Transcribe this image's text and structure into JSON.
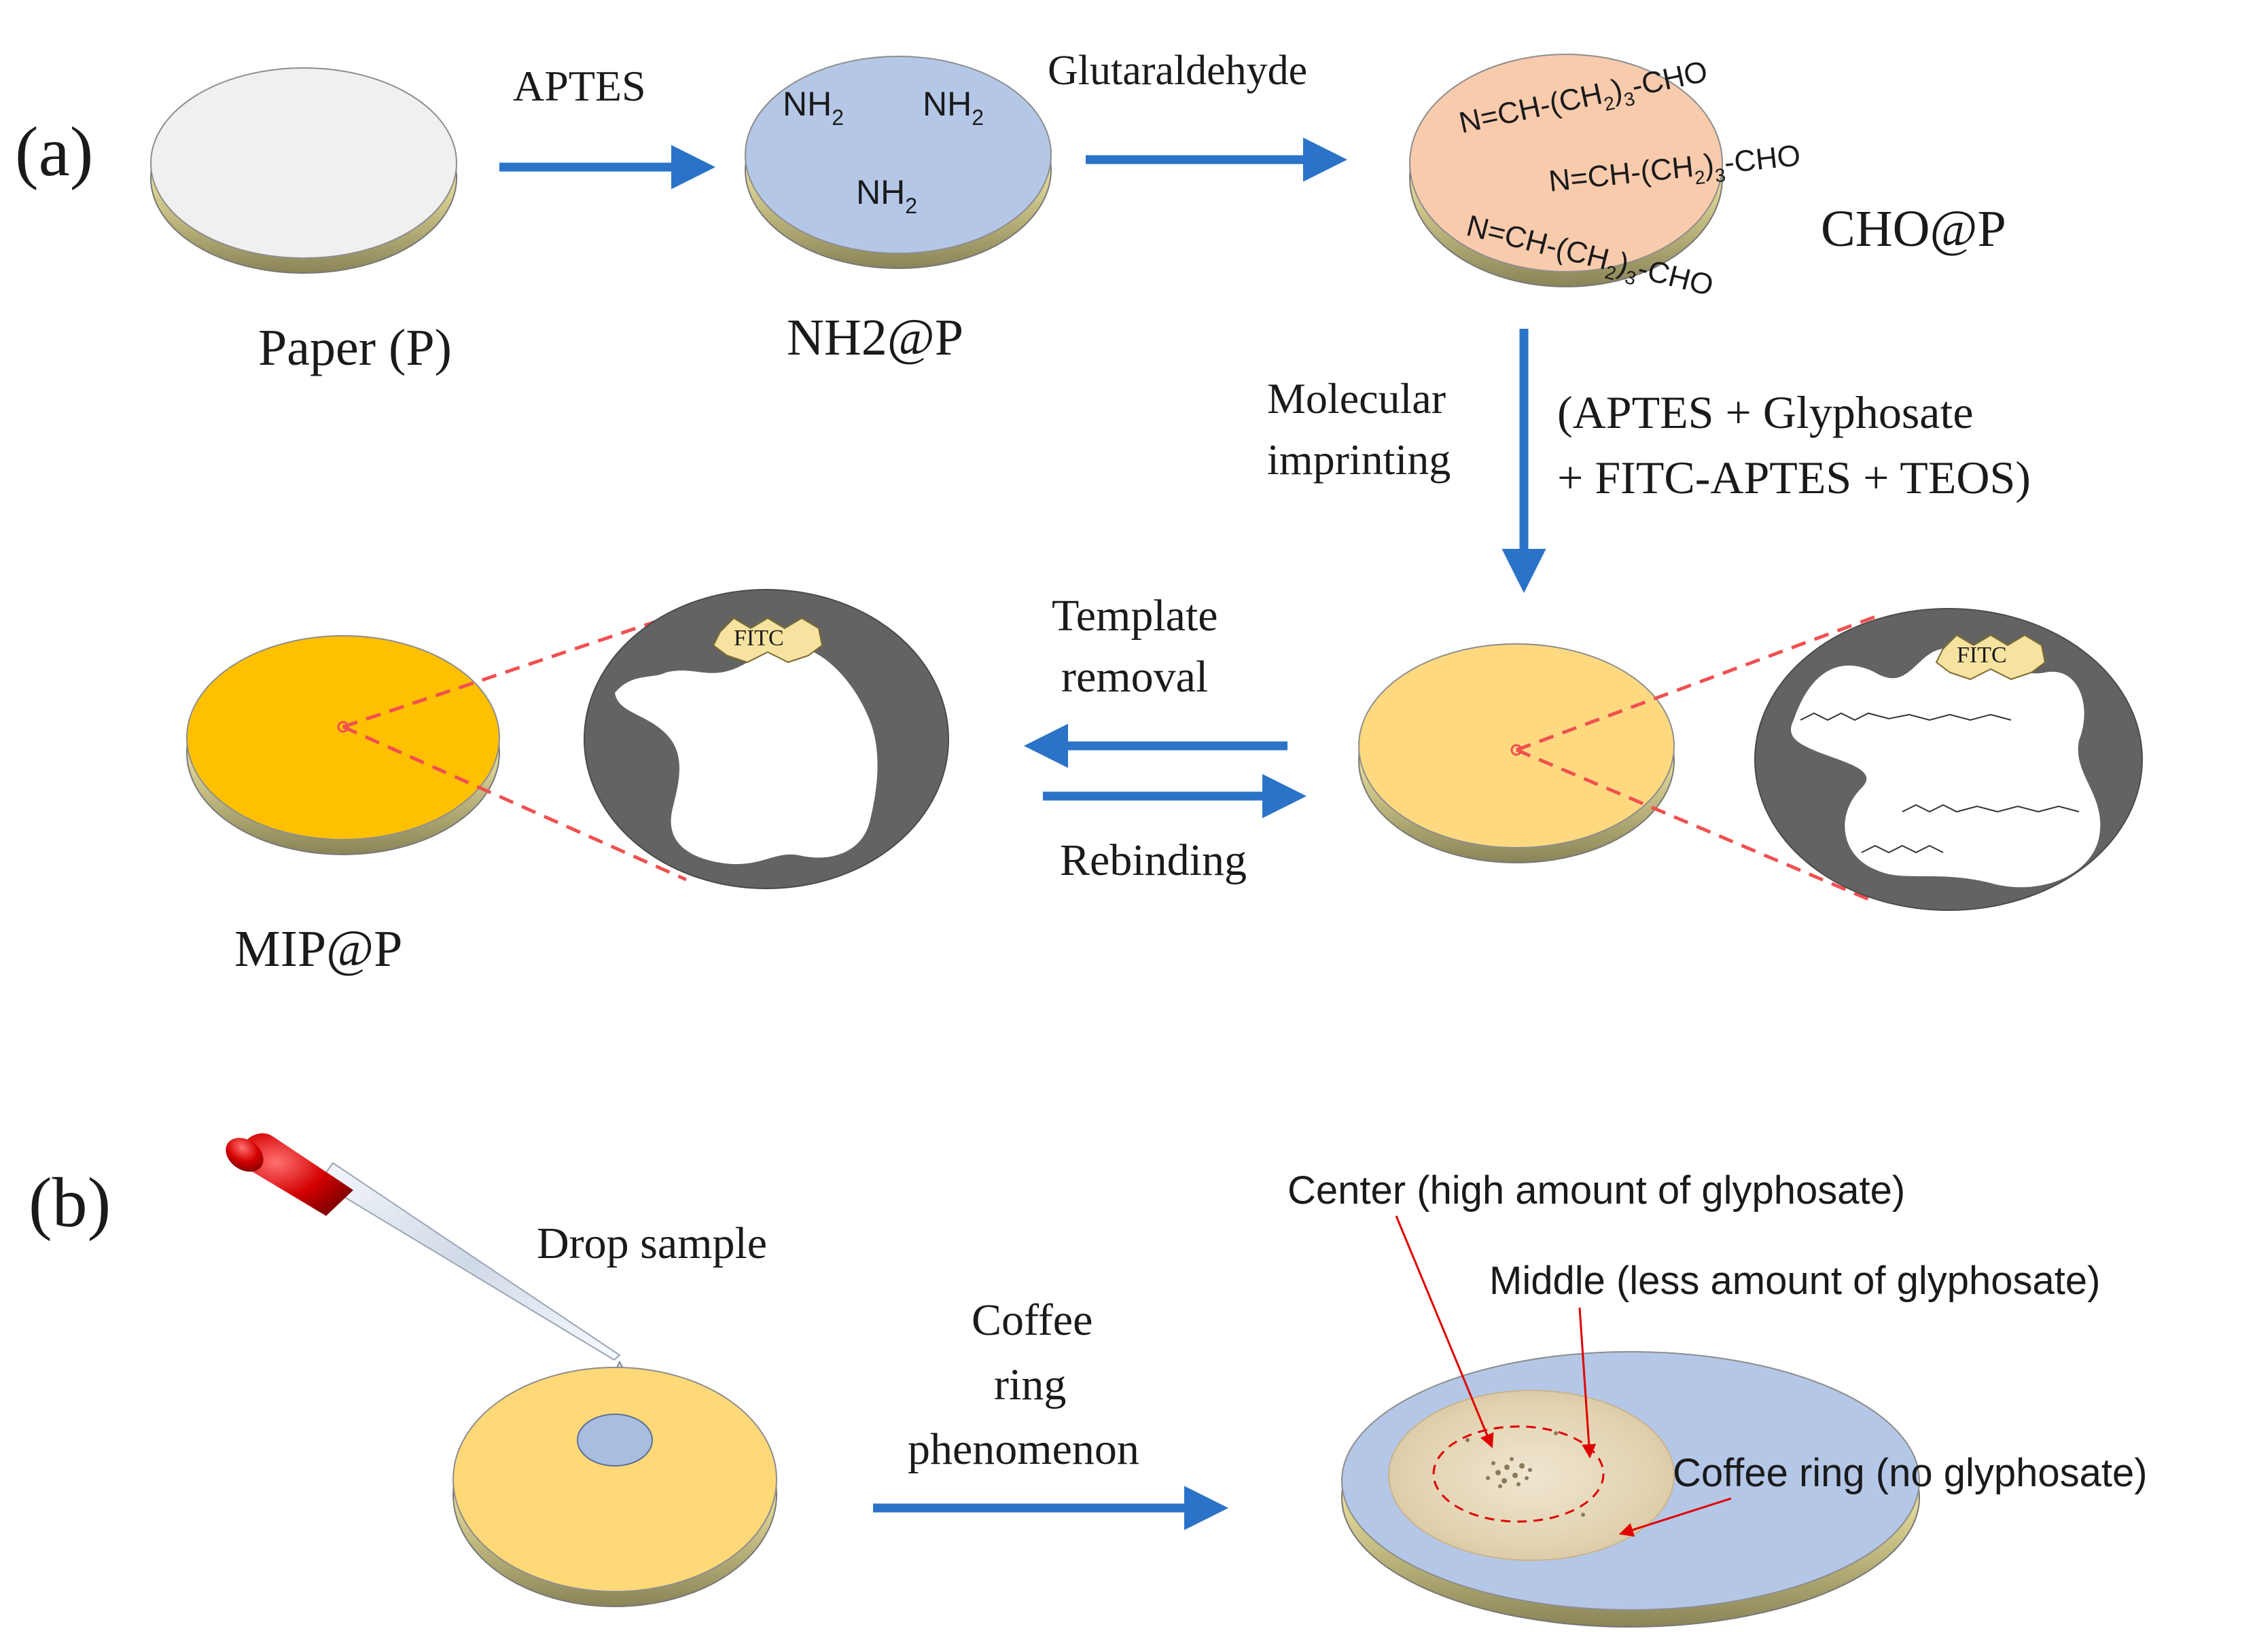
{
  "panel_a": {
    "label": "(a)",
    "disc_paper": {
      "name": "Paper (P)"
    },
    "step1": {
      "reagent": "APTES"
    },
    "disc_nh2": {
      "name": "NH2@P",
      "groups": [
        "NH2",
        "NH2",
        "NH2"
      ]
    },
    "step2": {
      "reagent": "Glutaraldehyde"
    },
    "disc_cho": {
      "name": "CHO@P",
      "chains": [
        "N=CH-(CH2)3-CHO",
        "N=CH-(CH2)3-CHO",
        "N=CH-(CH2)3-CHO"
      ]
    },
    "step3": {
      "label_1": "Molecular",
      "label_2": "imprinting",
      "reagents_1": "(APTES + Glyphosate",
      "reagents_2": "+ FITC-APTES + TEOS)"
    },
    "removal": {
      "label_1": "Template",
      "label_2": "removal"
    },
    "rebinding": {
      "label": "Rebinding"
    },
    "disc_mip": {
      "name": "MIP@P"
    },
    "fitc_label": "FITC"
  },
  "panel_b": {
    "label": "(b)",
    "drop_label": "Drop sample",
    "step": {
      "line_1": "Coffee",
      "line_2": "ring",
      "line_3": "phenomenon"
    },
    "center_label": "Center (high amount of glyphosate)",
    "middle_label": "Middle (less amount of glyphosate)",
    "ring_label": "Coffee ring (no glyphosate)"
  },
  "colors": {
    "arrow": "#2a73c8",
    "paper": "#f0f0f0",
    "nh2": "#b4c7e7",
    "cho": "#f8cbad",
    "imprinted": "#ffd980",
    "mip": "#ffc000",
    "cavity_bg": "#636363",
    "disc_rim": "#cfc98f",
    "dashed_red": "#f05050",
    "annotation_red": "#e00000",
    "sample_disc": "#ffd878",
    "sample_spot": "#a9bde0"
  }
}
